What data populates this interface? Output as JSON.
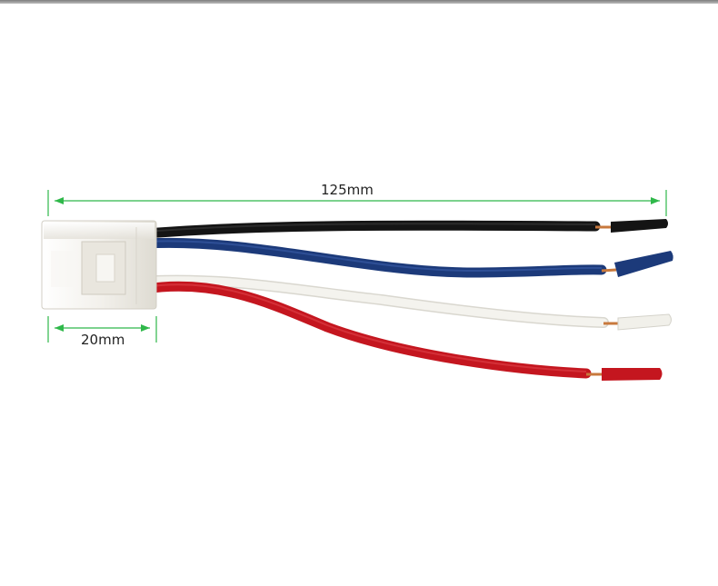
{
  "dimensions": {
    "total_length_label": "125mm",
    "connector_length_label": "20mm"
  },
  "colors": {
    "dimension_line": "#2fb84a",
    "wire_black": "#141414",
    "wire_blue": "#1c3a7a",
    "wire_white": "#f1f0ea",
    "wire_red": "#c4161f",
    "copper": "#c8793d",
    "connector": "#f2f0ea"
  },
  "wires": [
    {
      "name": "black"
    },
    {
      "name": "blue"
    },
    {
      "name": "white"
    },
    {
      "name": "red"
    }
  ]
}
